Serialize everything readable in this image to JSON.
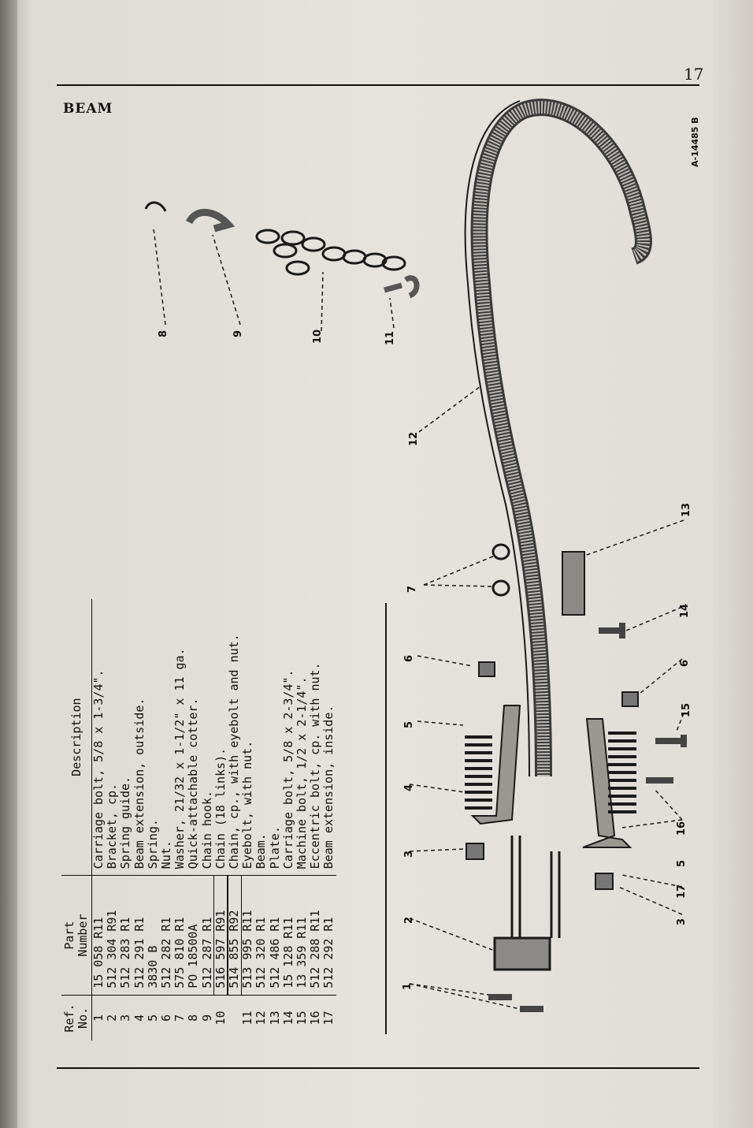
{
  "page": {
    "number": "17",
    "section_title": "BEAM",
    "figure_id": "A-14485 B"
  },
  "table": {
    "headers": {
      "ref": "Ref.\nNo.",
      "part": "Part\nNumber",
      "desc": "Description"
    },
    "rows": [
      {
        "ref": "1",
        "part": "15 058 R11",
        "desc": "Carriage bolt, 5/8 x 1-3/4\"."
      },
      {
        "ref": "2",
        "part": "512 304 R91",
        "desc": "Bracket, cp."
      },
      {
        "ref": "3",
        "part": "512 283 R1",
        "desc": "Spring guide."
      },
      {
        "ref": "4",
        "part": "512 291 R1",
        "desc": "Beam extension, outside."
      },
      {
        "ref": "5",
        "part": "3830 B",
        "desc": "Spring."
      },
      {
        "ref": "6",
        "part": "512 282 R1",
        "desc": "Nut."
      },
      {
        "ref": "7",
        "part": "575 810 R1",
        "desc": "Washer, 21/32 x 1-1/2\" x 11 ga."
      },
      {
        "ref": "8",
        "part": "PO 18500A",
        "desc": "Quick-attachable cotter."
      },
      {
        "ref": "9",
        "part": "512 287 R1",
        "desc": "Chain hook."
      },
      {
        "ref": "10",
        "part": "516 597 R91",
        "desc": "Chain (18 links)."
      },
      {
        "ref": "",
        "part": "514 855 R92",
        "desc": "Chain, cp., with eyebolt and nut."
      },
      {
        "ref": "11",
        "part": "513 995 R11",
        "desc": "Eyebolt, with nut."
      },
      {
        "ref": "12",
        "part": "512 320 R1",
        "desc": "Beam."
      },
      {
        "ref": "13",
        "part": "512 486 R1",
        "desc": "Plate."
      },
      {
        "ref": "14",
        "part": "15 128 R11",
        "desc": "Carriage bolt, 5/8 x 2-3/4\"."
      },
      {
        "ref": "15",
        "part": "13 359 R11",
        "desc": "Machine bolt, 1/2 x 2-1/4\"."
      },
      {
        "ref": "16",
        "part": "512 288 R11",
        "desc": "Eccentric bolt, cp. with nut."
      },
      {
        "ref": "17",
        "part": "512 292 R1",
        "desc": "Beam extension, inside."
      }
    ]
  },
  "callouts": {
    "c1": "1",
    "c2": "2",
    "c3a": "3",
    "c3b": "3",
    "c4": "4",
    "c5a": "5",
    "c5b": "5",
    "c6a": "6",
    "c6b": "6",
    "c7": "7",
    "c8": "8",
    "c9": "9",
    "c10": "10",
    "c11": "11",
    "c12": "12",
    "c13": "13",
    "c14": "14",
    "c15": "15",
    "c16": "16",
    "c17": "17"
  }
}
